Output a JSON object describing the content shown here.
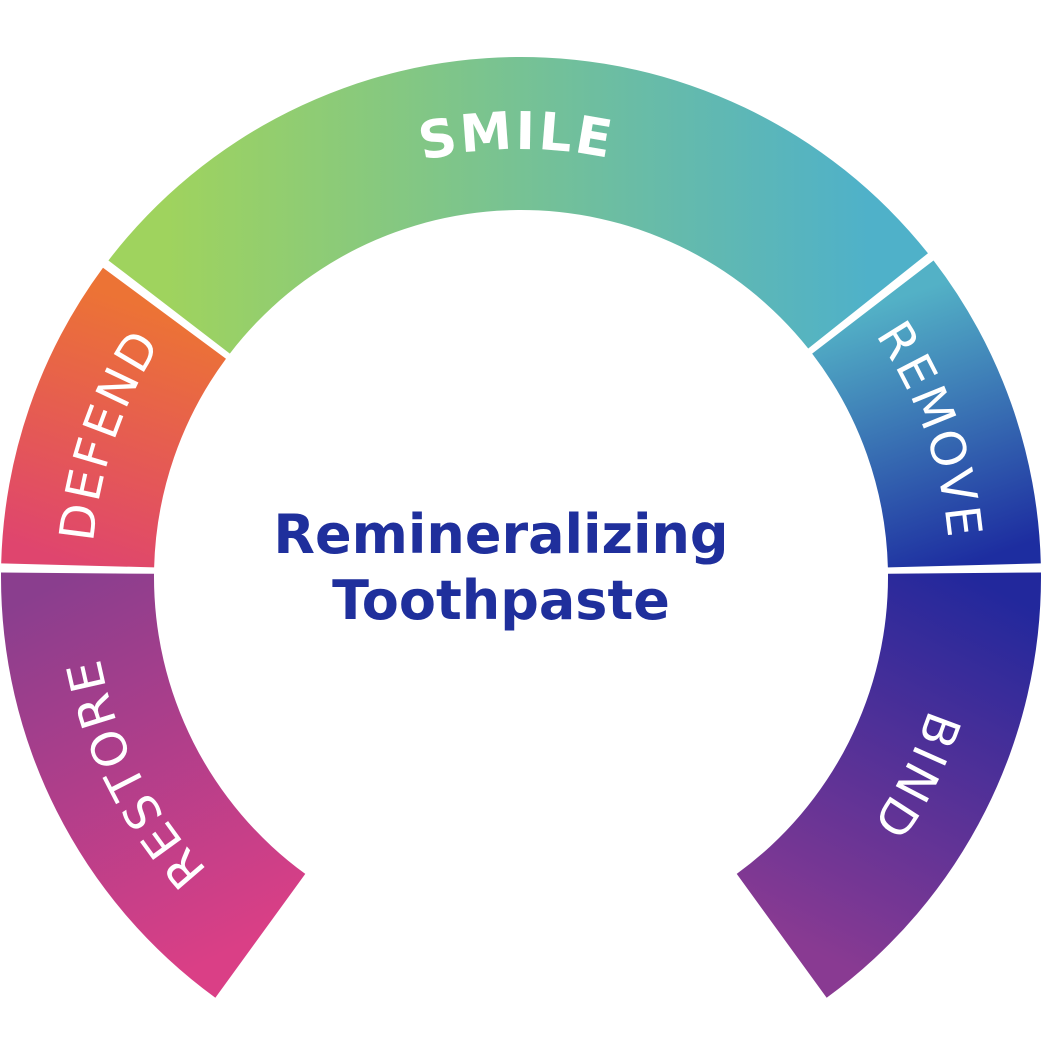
{
  "center": {
    "line1": "Remineralizing",
    "line2": "Toothpaste",
    "color": "#1f2f9c"
  },
  "segments": [
    {
      "label": "RESTORE",
      "weight": "normal",
      "colors": [
        "#da3f86",
        "#8a3e8e"
      ]
    },
    {
      "label": "DEFEND",
      "weight": "normal",
      "colors": [
        "#df456e",
        "#ec7335"
      ]
    },
    {
      "label": "SMILE",
      "weight": "bold",
      "colors": [
        "#9fd35e",
        "#4fb1c9"
      ]
    },
    {
      "label": "REMOVE",
      "weight": "normal",
      "colors": [
        "#53b1c6",
        "#1d2da0"
      ]
    },
    {
      "label": "BIND",
      "weight": "normal",
      "colors": [
        "#22289c",
        "#893a92"
      ]
    }
  ]
}
